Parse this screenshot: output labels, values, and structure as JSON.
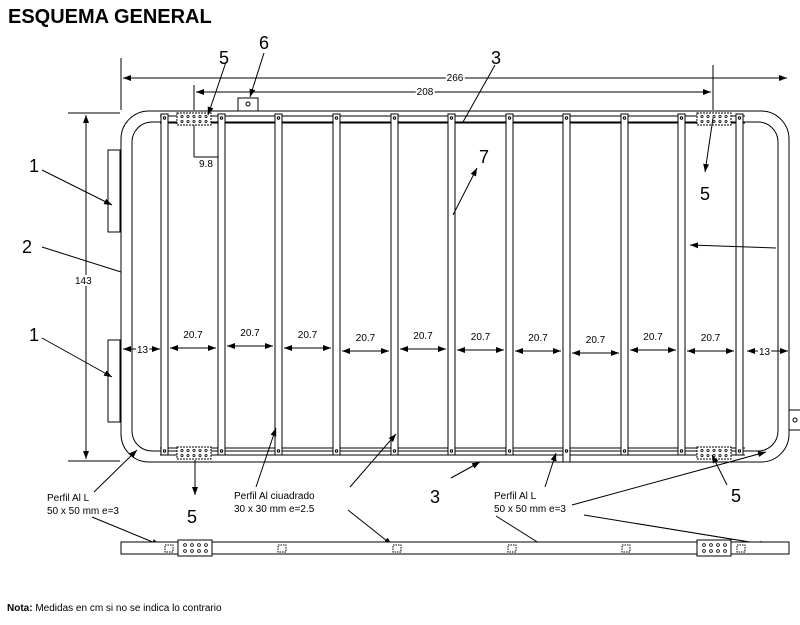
{
  "title": "ESQUEMA GENERAL",
  "note": {
    "label": "Nota:",
    "text": "Medidas en cm si no se indica lo contrario"
  },
  "dimensions": {
    "overall_length": "266",
    "inner_length": "208",
    "width": "143",
    "end_left": "13",
    "end_right": "13",
    "tab_width": "9.8",
    "spacing": [
      "20.7",
      "20.7",
      "20.7",
      "20.7",
      "20.7",
      "20.7",
      "20.7",
      "20.7",
      "20.7",
      "20.7"
    ]
  },
  "callouts": {
    "c1a": "1",
    "c1b": "1",
    "c2": "2",
    "c3a": "3",
    "c3b": "3",
    "c5a": "5",
    "c5b": "5",
    "c5c": "5",
    "c5d": "5",
    "c6": "6",
    "c7": "7"
  },
  "profiles": {
    "left_l_name": "Perfil Al L",
    "left_l_size": "50 x 50 mm e=3",
    "square_name": "Perfil Al ciuadrado",
    "square_size": "30 x 30 mm e=2.5",
    "right_l_name": "Perfil Al L",
    "right_l_size": "50 x 50 mm e=3"
  }
}
